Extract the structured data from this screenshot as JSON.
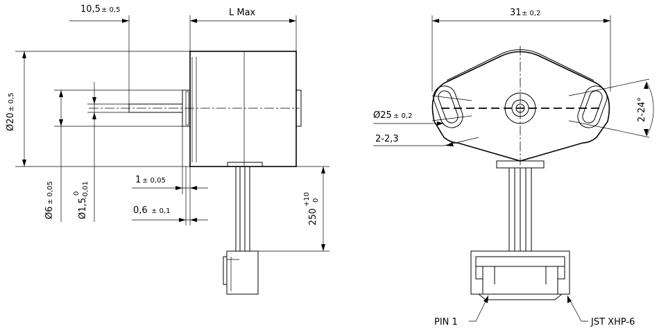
{
  "dims": {
    "shaft_len": "10,5",
    "shaft_len_tol": "± 0,5",
    "body_len": "L Max",
    "body_dia": "Ø20",
    "body_dia_tol": "± 0,5",
    "boss_dia": "Ø6",
    "boss_dia_tol": "± 0,05",
    "shaft_dia": "Ø1,5",
    "shaft_dia_tol_up": "0",
    "shaft_dia_tol_low": "-0,01",
    "flange_t": "1",
    "flange_t_tol": "± 0,05",
    "plate_t": "0,6",
    "plate_t_tol": "± 0,1",
    "cable_len": "250",
    "cable_len_tol_up": "+10",
    "cable_len_tol_low": "0",
    "width": "31",
    "width_tol": "± 0,2",
    "hole_pitch": "Ø25",
    "hole_pitch_tol": "± 0,2",
    "slot": "2-2,3",
    "slot_angle": "2-24°",
    "pin1": "PIN 1",
    "connector": "JST XHP-6"
  }
}
